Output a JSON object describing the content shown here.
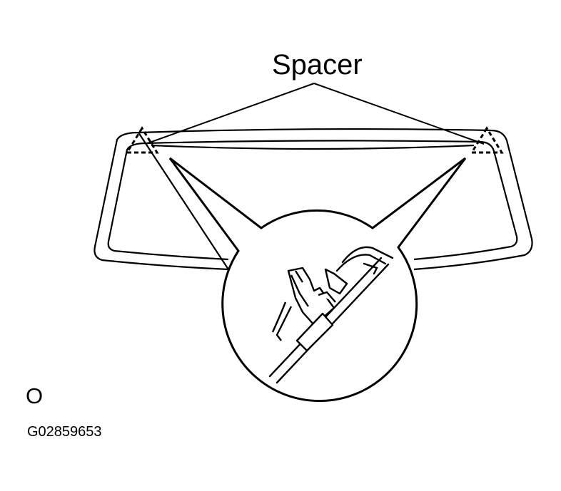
{
  "labels": {
    "callout": "Spacer",
    "view_letter": "O",
    "figure_code": "G02859653"
  },
  "colors": {
    "ink": "#000000",
    "paper": "#ffffff"
  },
  "parts": [
    "windshield-glass",
    "spacer-left",
    "spacer-right",
    "detail-magnifier",
    "spacer-clip",
    "glass-edge"
  ]
}
